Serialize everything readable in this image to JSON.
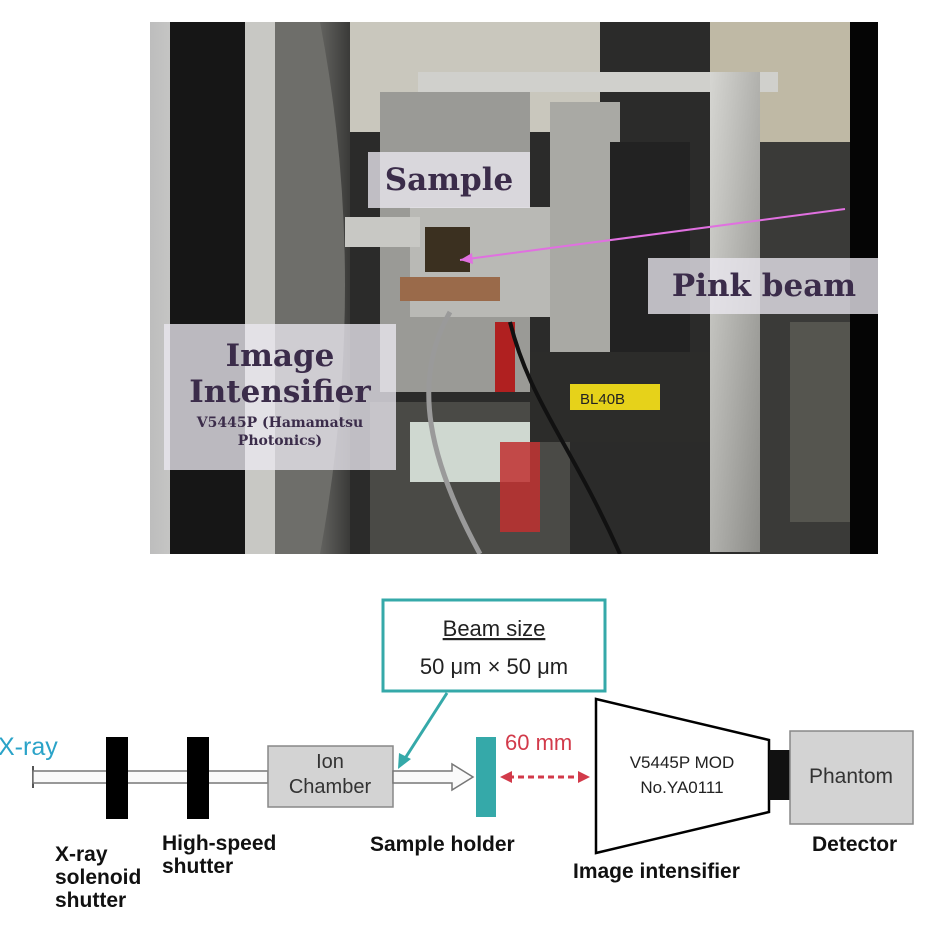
{
  "photo": {
    "labels": {
      "sample": "Sample",
      "pink_beam": "Pink beam",
      "image_intensifier_title": "Image Intensifier",
      "image_intensifier_model": "V5445P (Hamamatsu Photonics)",
      "stage_tag": "BL40B"
    }
  },
  "diagram": {
    "xray_label": "X-ray",
    "beam_size_title": "Beam size",
    "beam_size_value": "50 μm × 50 μm",
    "ion_chamber_line1": "Ion",
    "ion_chamber_line2": "Chamber",
    "distance_label": "60 mm",
    "intensifier_line1": "V5445P MOD",
    "intensifier_line2": "No.YA0111",
    "phantom_label": "Phantom",
    "captions": {
      "solenoid_line1": "X-ray",
      "solenoid_line2": "solenoid",
      "solenoid_line3": "shutter",
      "highspeed_line1": "High-speed",
      "highspeed_line2": "shutter",
      "sample_holder": "Sample holder",
      "image_intensifier": "Image intensifier",
      "detector": "Detector"
    },
    "colors": {
      "teal": "#35a9a9",
      "distance_red": "#d23a4a",
      "xray_blue": "#2aa3c8",
      "pink_beam": "#e070e0"
    }
  }
}
